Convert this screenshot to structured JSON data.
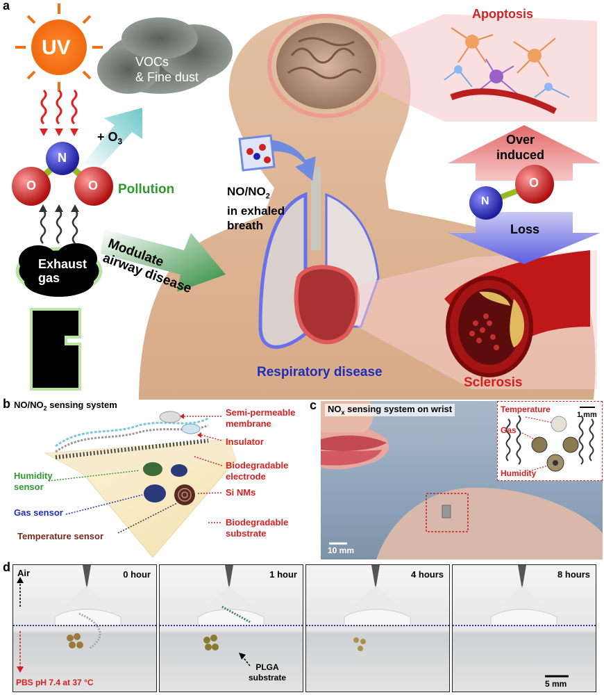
{
  "panel_a": {
    "label": "a",
    "uv": "UV",
    "vocs": "VOCs\n& Fine dust",
    "o3_prefix": "+ O",
    "o3_sub": "3",
    "atom_n": "N",
    "atom_o": "O",
    "pollution": "Pollution",
    "exhaust": "Exhaust\ngas",
    "modulate": "Modulate\nairway disease",
    "no_no2_line1": "NO/NO",
    "no_no2_sub": "2",
    "no_no2_rest": "in exhaled\nbreath",
    "apoptosis": "Apoptosis",
    "over_induced": "Over\ninduced",
    "loss": "Loss",
    "respiratory": "Respiratory disease",
    "sclerosis": "Sclerosis"
  },
  "panel_b": {
    "label": "b",
    "title_prefix": "NO/NO",
    "title_sub": "2",
    "title_rest": " sensing system",
    "right_labels": [
      "Semi-permeable\nmembrane",
      "Insulator",
      "Biodegradable\nelectrode",
      "Si NMs",
      "Biodegradable\nsubstrate"
    ],
    "humidity": "Humidity\nsensor",
    "gas": "Gas sensor",
    "temperature": "Temperature sensor"
  },
  "panel_c": {
    "label": "c",
    "title_prefix": "NO",
    "title_sub": "x",
    "title_rest": " sensing system on wrist",
    "inset_temperature": "Temperature",
    "inset_gas": "Gas",
    "inset_humidity": "Humidity",
    "scale_inset": "1 mm",
    "scale_main": "10 mm"
  },
  "panel_d": {
    "label": "d",
    "times": [
      "0 hour",
      "1 hour",
      "4 hours",
      "8 hours"
    ],
    "air": "Air",
    "pbs": "PBS pH 7.4 at 37 °C",
    "plga": "PLGA\nsubstrate",
    "scale": "5 mm"
  },
  "colors": {
    "red_label": "#d42020",
    "green_label": "#2e9a2e",
    "blue_label": "#1c2fb8",
    "dark_red_label": "#7a2a1a"
  }
}
